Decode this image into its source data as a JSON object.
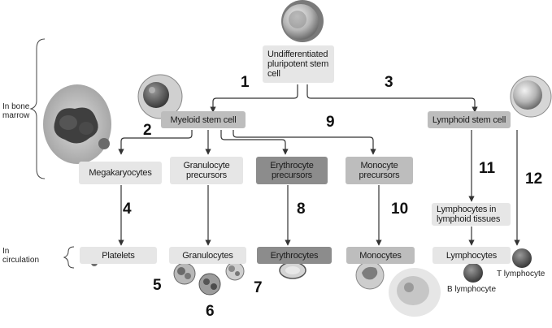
{
  "nodes": {
    "stem": "Undifferentiated pluripotent stem cell",
    "myeloid": "Myeloid stem cell",
    "lymphoid": "Lymphoid stem cell",
    "megakaryocytes": "Megakaryocytes",
    "granulocyte_precursors": "Granulocyte precursors",
    "erythrocyte_precursors": "Erythrocyte precursors",
    "monocyte_precursors": "Monocyte precursors",
    "lymphocytes_tissues": "Lymphocytes in lymphoid tissues",
    "platelets": "Platelets",
    "granulocytes": "Granulocytes",
    "erythrocytes": "Erythrocytes",
    "monocytes": "Monocytes",
    "lymphocytes": "Lymphocytes"
  },
  "side_labels": {
    "bone_marrow": "In bone marrow",
    "circulation": "In circulation"
  },
  "cell_captions": {
    "b_lymphocyte": "B lymphocyte",
    "t_lymphocyte": "T lymphocyte"
  },
  "numbers": [
    "1",
    "2",
    "3",
    "4",
    "5",
    "6",
    "7",
    "8",
    "9",
    "10",
    "11",
    "12"
  ]
}
